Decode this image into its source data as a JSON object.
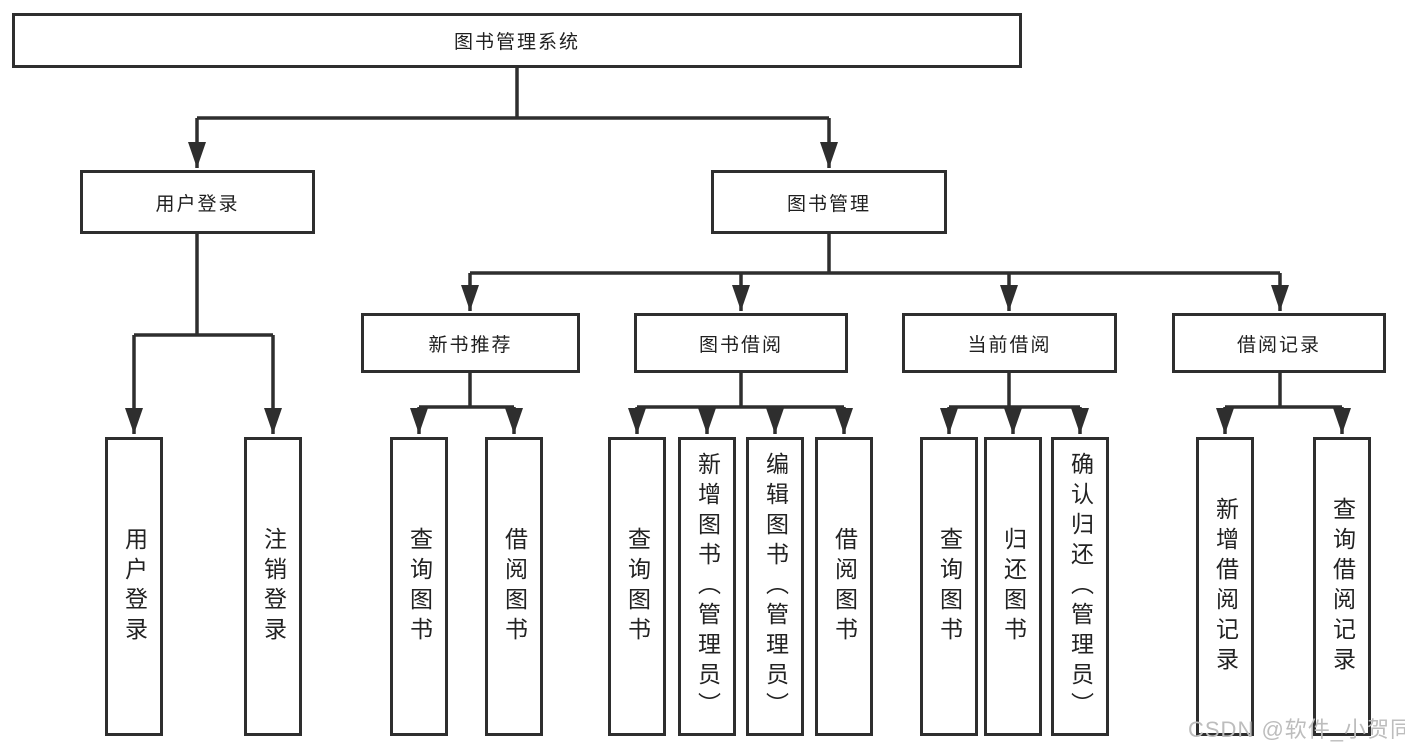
{
  "diagram": {
    "title": "图书管理系统",
    "level2": {
      "user_login": "用户登录",
      "book_mgmt": "图书管理"
    },
    "level3": {
      "new_book_rec": "新书推荐",
      "book_borrow": "图书借阅",
      "current_borrow": "当前借阅",
      "borrow_records": "借阅记录"
    },
    "leaves": {
      "user_login": [
        "用户登录",
        "注销登录"
      ],
      "new_book_rec": [
        "查询图书",
        "借阅图书"
      ],
      "book_borrow": [
        "查询图书",
        "新增图书（管理员）",
        "编辑图书（管理员）",
        "借阅图书"
      ],
      "current_borrow": [
        "查询图书",
        "归还图书",
        "确认归还（管理员）"
      ],
      "borrow_records": [
        "新增借阅记录",
        "查询借阅记录"
      ]
    },
    "watermark": "CSDN @软件_小贺同学",
    "colors": {
      "line": "#2e2e2e",
      "text": "#1f1f1f",
      "watermark": "#bdbdbd",
      "background": "#ffffff"
    }
  }
}
